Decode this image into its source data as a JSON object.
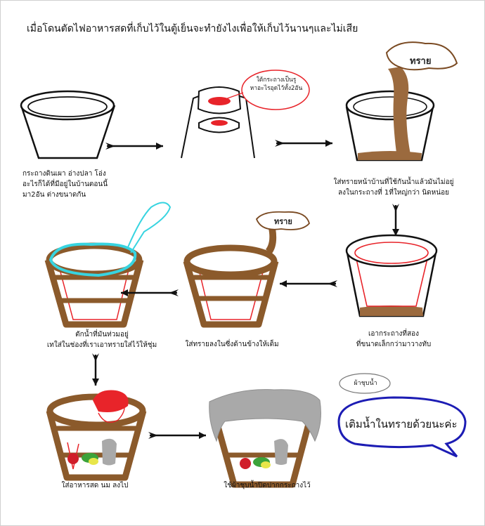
{
  "title": "เมื่อโดนตัดไฟอาหารสดที่เก็บไว้ในตู้เย็นจะทำยังไงเพื่อให้เก็บไว้นานๆและไม่เสีย",
  "steps": [
    {
      "caption": "กระถางดินเผา อ่างปลา โอ่ง\nอะไรก็ได้ที่มีอยู่ในบ้านตอนนี้\nมา2อัน ต่างขนาดกัน"
    },
    {
      "note": "ใต้กระถางเป็นรู\nหาอะไรอุดไว้ทั้ง2อัน"
    },
    {
      "caption": "ใส่ทรายหน้าบ้านที่ใช้กันน้ำแล้วมันไม่อยู่\nลงในกระถางที่ 1ที่ใหญ่กว่า นิดหน่อย",
      "sand_label": "ทราย"
    },
    {
      "caption": "เอากระถางที่สอง\nที่ขนาดเล็กกว่ามาวางทับ"
    },
    {
      "caption": "ใส่ทรายลงในซี่งด้านข้างให้เต็ม",
      "sand_label": "ทราย"
    },
    {
      "caption": "ตักน้ำที่มันท่วมอยู่\nเทใส่ในช่องที่เราเอาทรายใส่ไว้ให้ชุ่ม"
    },
    {
      "caption": "ใส่อาหารสด นม ลงไป"
    },
    {
      "caption": "ใช้ผ้าชุบน้ำปิดปากกระถางไว้",
      "note": "ผ้าชุบน้ำ"
    }
  ],
  "callout": "เติมน้ำในทรายด้วยนะค่ะ",
  "colors": {
    "pot_brown": "#8b5a2b",
    "sand": "#9b6a3e",
    "inner_red": "#e8242a",
    "water": "#37d4e0",
    "callout_blue": "#1c1cb4",
    "cloth": "#a9a9a9",
    "arrow": "#111111"
  }
}
